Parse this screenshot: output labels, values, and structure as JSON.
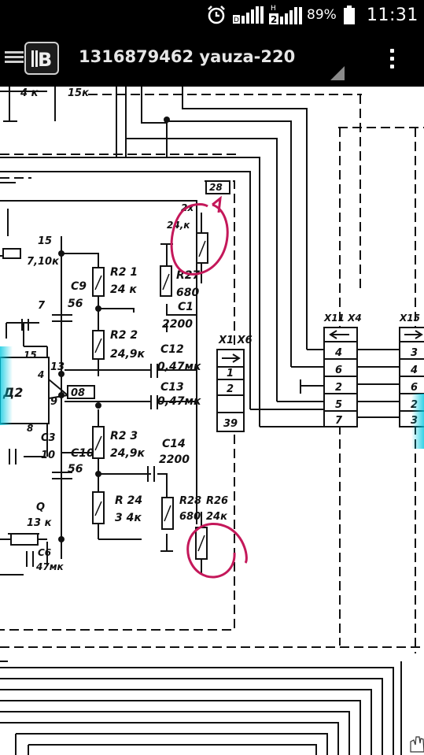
{
  "status_bar": {
    "signal_1_label": "",
    "signal_2_label": "H",
    "signal_2_sub": "2",
    "battery_percent": "89%",
    "time": "11:31"
  },
  "action_bar": {
    "title": "1316879462 yauza-220",
    "logo_letter": "B"
  },
  "schematic": {
    "labels": {
      "r1": "R2 1",
      "r1_val": "24 к",
      "r2": "R2 2",
      "r2_val": "24,9к",
      "r3": "R2 3",
      "r3_val": "24,9к",
      "r4": "R 24",
      "r4_val": "3 4к",
      "r27": "R27",
      "r27_val": "680",
      "r28": "R28",
      "r28_val": "680",
      "r26": "R26",
      "r26_val": "24к",
      "c1": "C1",
      "c1_val": "2200",
      "c12": "C12",
      "c12_val": "0,47мк",
      "c13": "C13",
      "c13_val": "0,47мк",
      "c14": "C14",
      "c14_val": "2200",
      "c9": "C9",
      "c9_val": "56",
      "c10": "C10",
      "c10_val": "56",
      "c3": "C3",
      "c3_val": "10",
      "c6": "C6",
      "c6_val": "47мк",
      "r15": "15",
      "r15_val": "7,10к",
      "r_q": "Q",
      "r_q_val": "13 к",
      "ic": "Д2",
      "pin13": "13",
      "pin9": "9",
      "pin_08": "08",
      "pin15": "15",
      "pin7": "7",
      "pin4": "4",
      "pin8": "8",
      "conn_x1x6": "X1 X6",
      "conn_x1x6_pins": [
        "1",
        "2",
        "39"
      ],
      "conn_x11x4": "X11 X4",
      "conn_x11x4_pins": [
        "4",
        "6",
        "2",
        "5",
        "7"
      ],
      "conn_x15": "X15",
      "conn_x15_pins": [
        "3",
        "4",
        "6",
        "2",
        "3"
      ],
      "top_left_frag": "4 к",
      "top_left_frag2": "15к",
      "corner_box": "28",
      "small_2x": "2х",
      "small_24k": "24,к"
    }
  }
}
